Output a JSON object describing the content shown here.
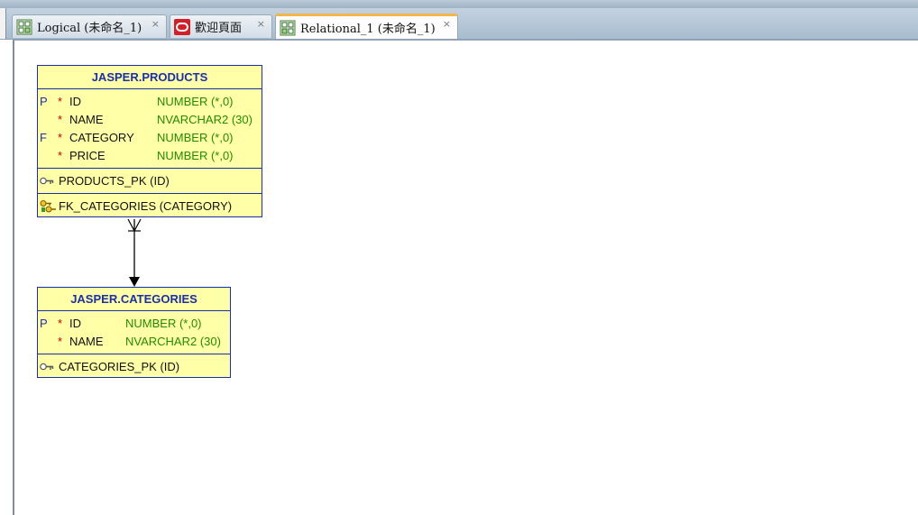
{
  "tabs": [
    {
      "label": "Logical (未命名_1)",
      "close": "×",
      "icon": "logical-model-icon"
    },
    {
      "label": "歡迎頁面",
      "close": "×",
      "icon": "oracle-icon"
    },
    {
      "label": "Relational_1 (未命名_1)",
      "close": "×",
      "icon": "relational-model-icon",
      "active": true
    }
  ],
  "diagram": {
    "products": {
      "title": "JASPER.PRODUCTS",
      "columns": [
        {
          "key": "P",
          "required": "*",
          "name": "ID",
          "type": "NUMBER (*,0)"
        },
        {
          "key": "",
          "required": "*",
          "name": "NAME",
          "type": "NVARCHAR2 (30)"
        },
        {
          "key": "F",
          "required": "*",
          "name": "CATEGORY",
          "type": "NUMBER (*,0)"
        },
        {
          "key": "",
          "required": "*",
          "name": "PRICE",
          "type": "NUMBER (*,0)"
        }
      ],
      "primary_key": "PRODUCTS_PK (ID)",
      "foreign_key": "FK_CATEGORIES (CATEGORY)"
    },
    "categories": {
      "title": "JASPER.CATEGORIES",
      "columns": [
        {
          "key": "P",
          "required": "*",
          "name": "ID",
          "type": "NUMBER (*,0)"
        },
        {
          "key": "",
          "required": "*",
          "name": "NAME",
          "type": "NVARCHAR2 (30)"
        }
      ],
      "primary_key": "CATEGORIES_PK (ID)"
    },
    "relationship": {
      "from": "JASPER.PRODUCTS",
      "to": "JASPER.CATEGORIES",
      "cardinality": "many-to-one"
    },
    "colors": {
      "table_fill": "#ffffa8",
      "table_border": "#1b2fa8",
      "type_text": "#258a00",
      "required_mark": "#c00000"
    }
  }
}
